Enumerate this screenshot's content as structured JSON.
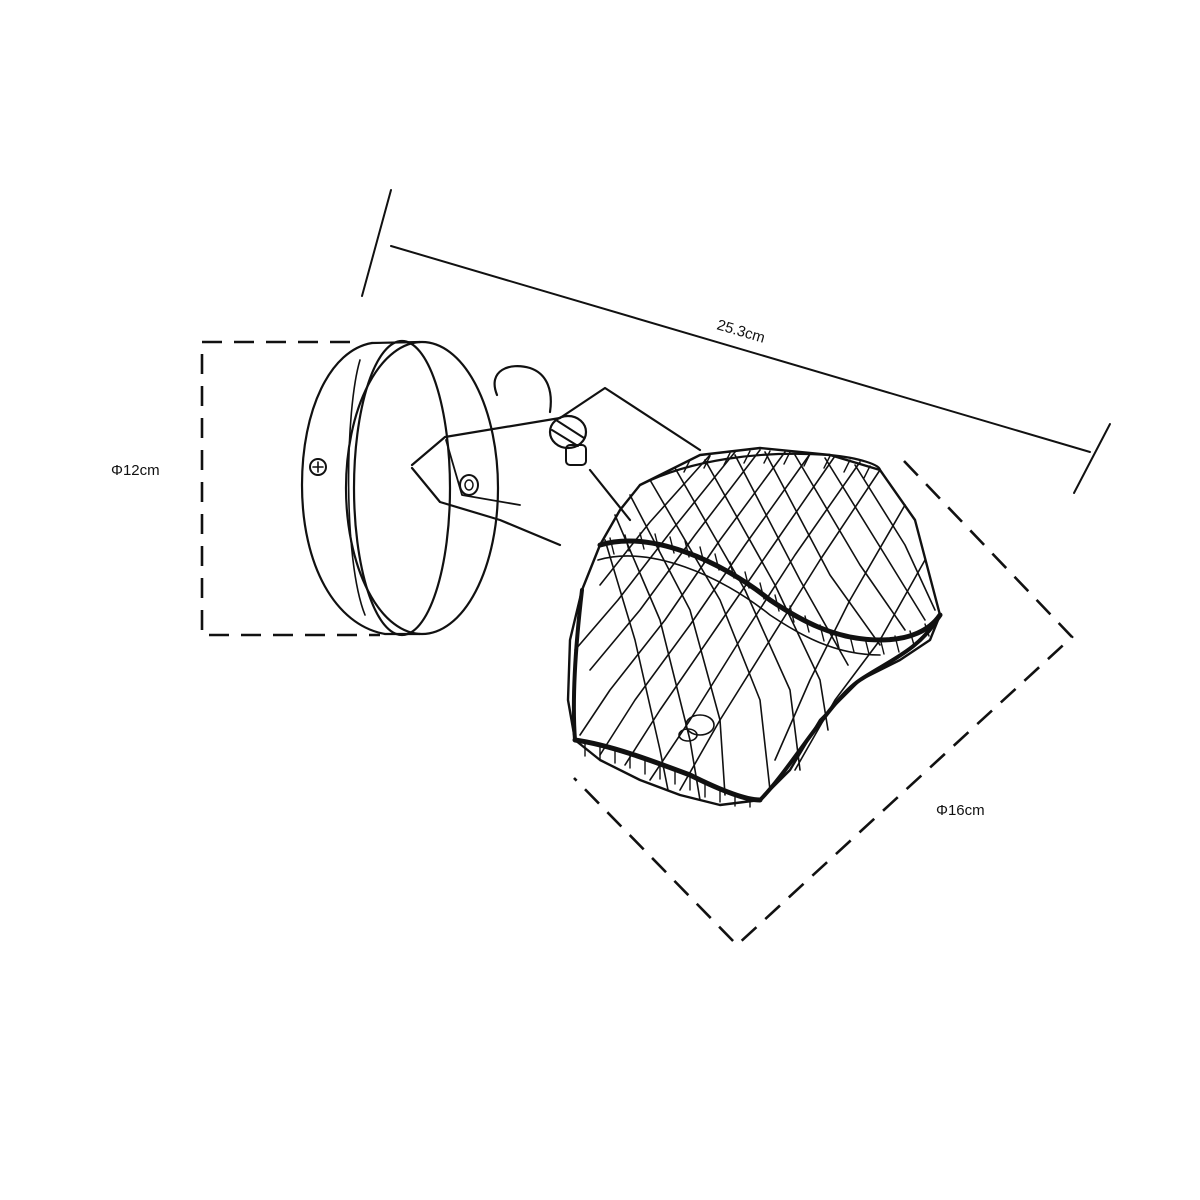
{
  "dimensions": {
    "length": "25.3cm",
    "base_diameter": "Φ12cm",
    "shade_diameter": "Φ16cm"
  },
  "colors": {
    "ink": "#111111",
    "background": "#ffffff"
  }
}
